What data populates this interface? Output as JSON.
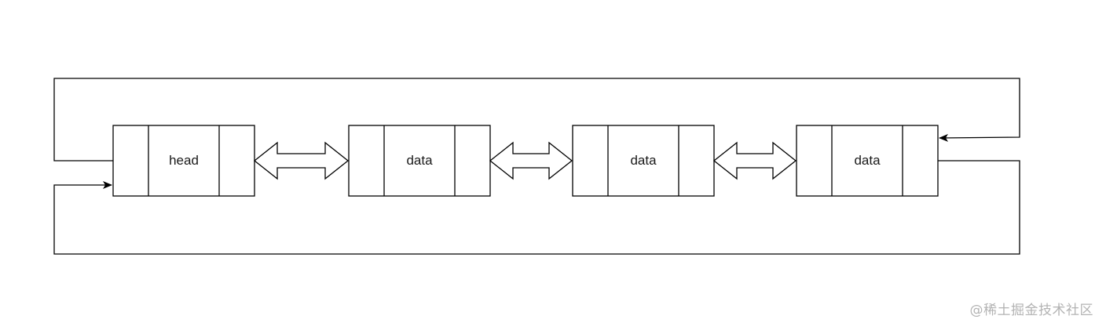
{
  "nodes": [
    {
      "label": "head"
    },
    {
      "label": "data"
    },
    {
      "label": "data"
    },
    {
      "label": "data"
    }
  ],
  "connections": [
    {
      "from": 0,
      "to": 1,
      "type": "bidirectional"
    },
    {
      "from": 1,
      "to": 2,
      "type": "bidirectional"
    },
    {
      "from": 2,
      "to": 3,
      "type": "bidirectional"
    },
    {
      "from": 0,
      "to": 3,
      "type": "loop",
      "description": "head left pointer to last node right side"
    },
    {
      "from": 3,
      "to": 0,
      "type": "loop",
      "description": "last node right pointer to head left side"
    }
  ],
  "watermark": "@稀土掘金技术社区"
}
